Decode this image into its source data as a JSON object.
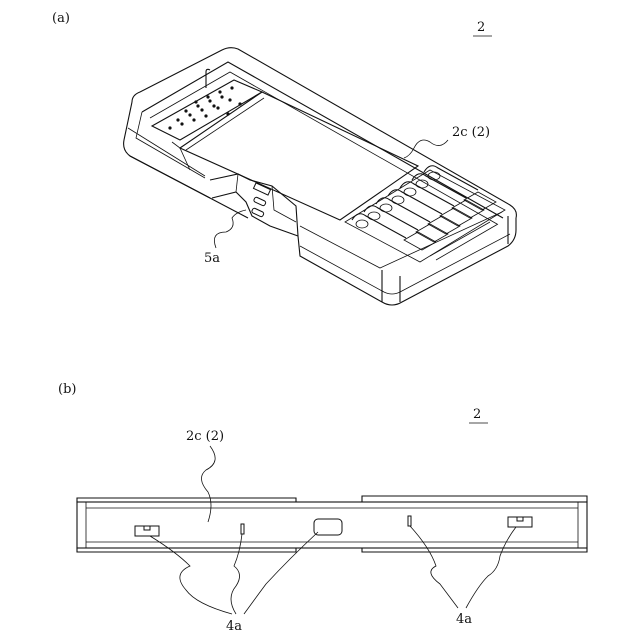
{
  "figure_a": {
    "panel_label": "(a)",
    "ref_main": "2",
    "ref_cover": "2c (2)",
    "ref_part": "5a"
  },
  "figure_b": {
    "panel_label": "(b)",
    "ref_main": "2",
    "ref_cover": "2c (2)",
    "ref_hole_left": "4a",
    "ref_hole_right": "4a"
  },
  "colors": {
    "line": "#111111",
    "background": "#ffffff"
  }
}
